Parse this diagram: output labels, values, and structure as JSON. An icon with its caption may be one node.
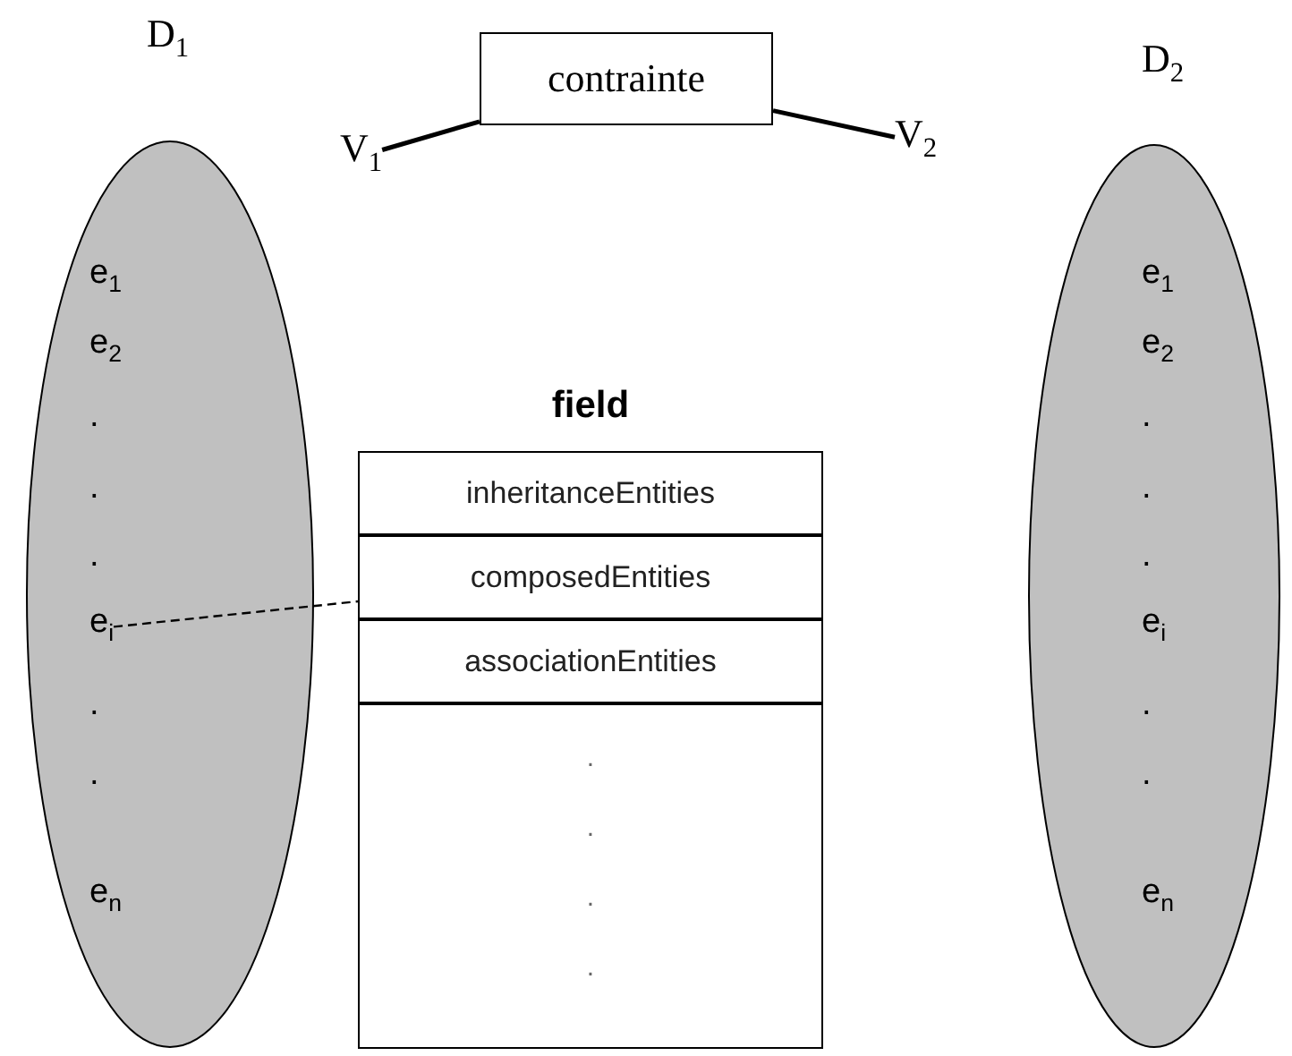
{
  "diagram": {
    "nodes": [
      {
        "text": [
          "D$_{1}$",
          "e$_{1}$",
          "e$_{2}$",
          ".",
          ".",
          ".",
          ".",
          ".",
          "e$_{n}$"
        ]
      },
      {
        "text": [
          "e$_{i}$"
        ],
        "in": 0
      },
      {
        "text": [
          "contrainte"
        ]
      },
      {
        "text": [
          "V$_{1}$"
        ]
      },
      {
        "text": [
          "V$_{2}$"
        ]
      },
      {
        "text": [
          "D$_{2}$",
          "e$_{1}$",
          "e$_{2}$",
          ".",
          ".",
          ".",
          "e$_{i}$",
          ".",
          ".",
          "e$_{n}$"
        ]
      },
      {
        "text": [
          "field"
        ]
      },
      {
        "text": [
          "inheritanceEntities"
        ],
        "in": 6
      },
      {
        "text": [
          "composedEntities"
        ],
        "in": 6
      },
      {
        "text": [
          "associationEntities"
        ],
        "in": 6
      },
      {
        "text": [
          ".",
          ".",
          ".",
          "."
        ],
        "in": 6
      }
    ],
    "edges": [
      {
        "from": 3,
        "to": 2,
        "arrow": "none"
      },
      {
        "from": 2,
        "to": 4,
        "arrow": "none"
      },
      {
        "from": 1,
        "to": 8,
        "arrow": "none",
        "style": "dashed"
      }
    ]
  }
}
